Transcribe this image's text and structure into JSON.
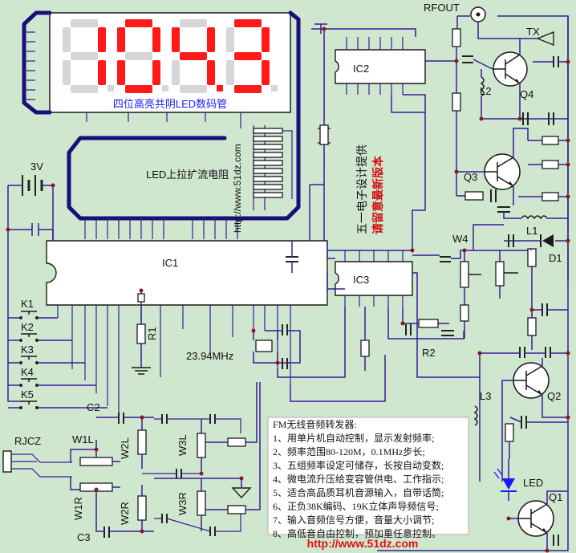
{
  "display": {
    "digits": [
      "1",
      "0",
      "4",
      "3"
    ],
    "caption": "四位高亮共阴LED数码管",
    "segment_color": "#ff1a1a"
  },
  "labels": {
    "rfout": "RFOUT",
    "tx": "TX",
    "ic1": "IC1",
    "ic2": "IC2",
    "ic3": "IC3",
    "q1": "Q1",
    "q2": "Q2",
    "q3": "Q3",
    "q4": "Q4",
    "l1": "L1",
    "l2": "L2",
    "l3": "L3",
    "d1": "D1",
    "w4": "W4",
    "r1": "R1",
    "r2": "R2",
    "c2": "C2",
    "c3": "C3",
    "k1": "K1",
    "k2": "K2",
    "k3": "K3",
    "k4": "K4",
    "k5": "K5",
    "battery": "3V",
    "resistor_array": "LED上拉扩流电阻",
    "crystal": "23.94MHz",
    "rjcz": "RJCZ",
    "w1l": "W1L",
    "w1r": "W1R",
    "w2l": "W2L",
    "w2r": "W2R",
    "w3l": "W3L",
    "w3r": "W3R",
    "led": "LED"
  },
  "vertical_text": {
    "url": "http://www.51dz.com",
    "provider": "五一电子设计提供",
    "notice": "请留意最新版本"
  },
  "notes": {
    "title": "FM无线音频转发器:",
    "items": [
      "1、用单片机自动控制，显示发射频率;",
      "2、频率范围80-120M，0.1MHz步长;",
      "3、五组频率设定可储存，长按自动变数;",
      "4、微电流升压给变容管供电、工作指示;",
      "5、适合高品质耳机音源输入，自带话筒;",
      "6、正负38K编码、19K立体声导频信号;",
      "7、输入音频信号方便，音量大小调节;",
      "8、高低音自由控制，预加重任意控制。"
    ]
  },
  "footer_url": "http://www.51dz.com",
  "colors": {
    "background": "#cfe6cf",
    "wire": "#3a1b9a",
    "bus": "#1a0f7a",
    "accent_red": "#ff1a1a",
    "caption_blue": "#1a1aff"
  }
}
